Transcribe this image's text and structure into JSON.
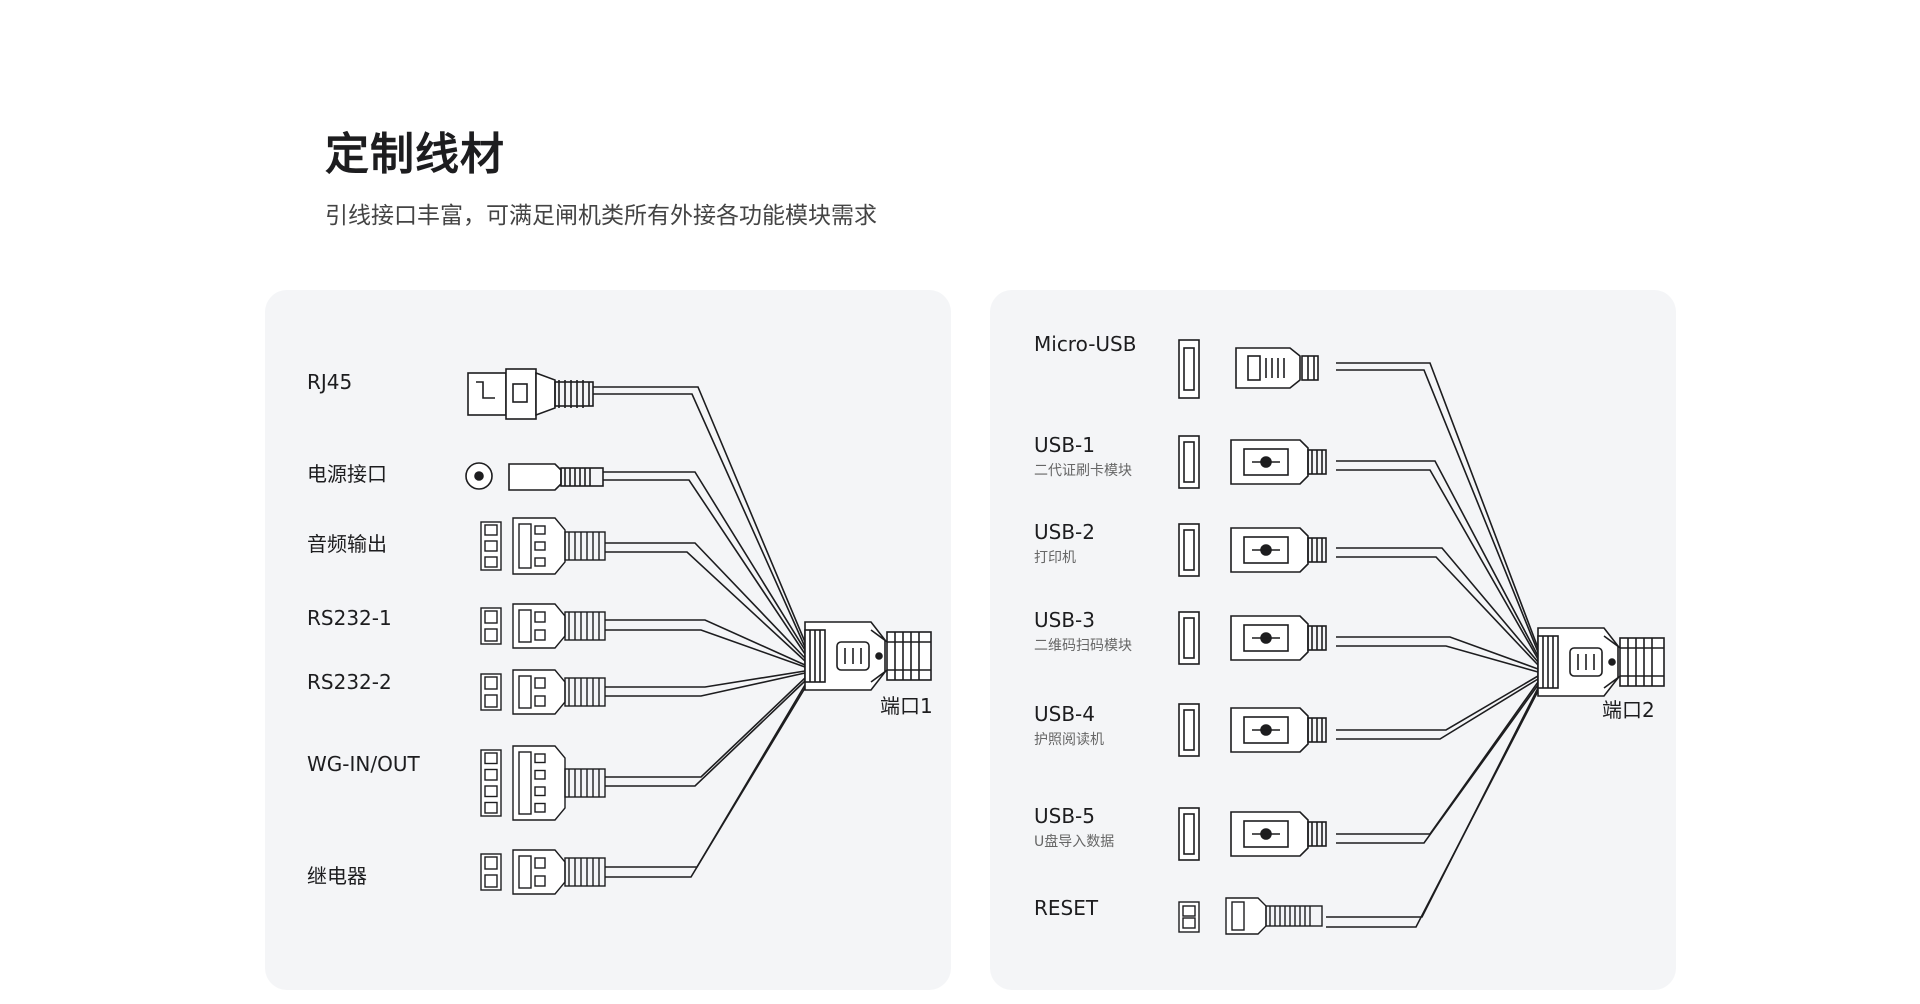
{
  "header": {
    "title": "定制线材",
    "subtitle": "引线接口丰富，可满足闸机类所有外接各功能模块需求"
  },
  "left_panel": {
    "port_label": "端口1",
    "items": [
      {
        "label": "RJ45"
      },
      {
        "label": "电源接口"
      },
      {
        "label": "音频输出"
      },
      {
        "label": "RS232-1"
      },
      {
        "label": "RS232-2"
      },
      {
        "label": "WG-IN/OUT"
      },
      {
        "label": "继电器"
      }
    ]
  },
  "right_panel": {
    "port_label": "端口2",
    "items": [
      {
        "label": "Micro-USB",
        "sub": ""
      },
      {
        "label": "USB-1",
        "sub": "二代证刷卡模块"
      },
      {
        "label": "USB-2",
        "sub": "打印机"
      },
      {
        "label": "USB-3",
        "sub": "二维码扫码模块"
      },
      {
        "label": "USB-4",
        "sub": "护照阅读机"
      },
      {
        "label": "USB-5",
        "sub": "U盘导入数据"
      },
      {
        "label": "RESET",
        "sub": ""
      }
    ]
  },
  "colors": {
    "panel_bg": "#f4f5f7",
    "line": "#1d1d1f"
  }
}
